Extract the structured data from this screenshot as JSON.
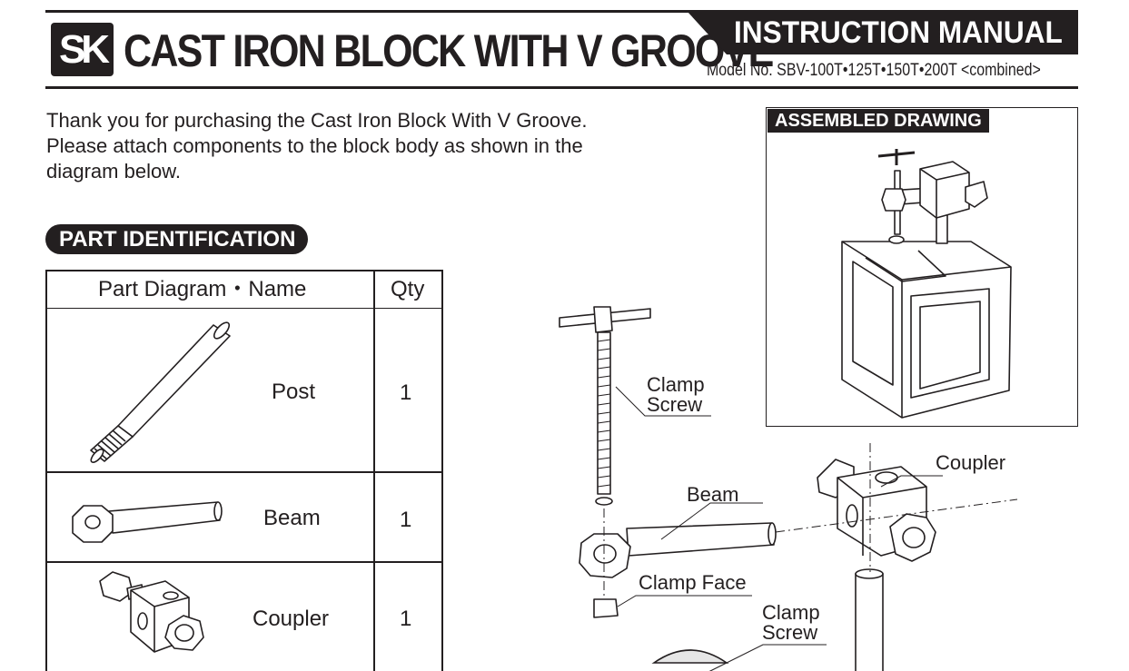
{
  "header": {
    "logo_text": "SK",
    "title": "CAST IRON BLOCK WITH V GROOVE",
    "manual_label": "INSTRUCTION MANUAL",
    "model": "Model No. SBV-100T•125T•150T•200T <combined>"
  },
  "intro": "Thank you for purchasing the Cast Iron Block With V Groove.\nPlease attach components to the block body as shown in the\ndiagram below.",
  "part_identification": {
    "heading": "PART IDENTIFICATION",
    "col_name": "Part Diagram・Name",
    "col_qty": "Qty",
    "rows": [
      {
        "name": "Post",
        "qty": "1",
        "icon": "post-icon"
      },
      {
        "name": "Beam",
        "qty": "1",
        "icon": "beam-icon"
      },
      {
        "name": "Coupler",
        "qty": "1",
        "icon": "coupler-icon"
      }
    ]
  },
  "assembled_drawing": {
    "label": "ASSEMBLED DRAWING"
  },
  "exploded_view": {
    "callouts": {
      "clamp_screw_top": "Clamp\nScrew",
      "beam": "Beam",
      "coupler": "Coupler",
      "clamp_face": "Clamp Face",
      "clamp_screw_bottom": "Clamp\nScrew"
    }
  },
  "colors": {
    "ink": "#231f20",
    "paper": "#ffffff",
    "shade": "#e6e6e6"
  }
}
